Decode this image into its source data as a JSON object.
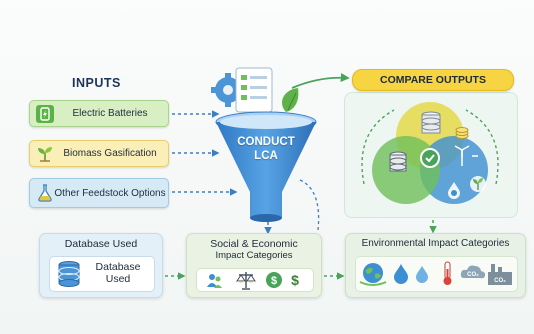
{
  "inputs": {
    "title": "INPUTS",
    "items": [
      {
        "label": "Electric Batteries",
        "icon": "battery-bolt-icon",
        "color": "#d8efc4"
      },
      {
        "label": "Biomass Gasification",
        "icon": "sprout-icon",
        "color": "#fbefb8"
      },
      {
        "label": "Other Feedstock Options",
        "icon": "flask-icon",
        "color": "#d6eaf6"
      }
    ]
  },
  "process": {
    "label_line1": "CONDUCT",
    "label_line2": "LCA",
    "icons": [
      "gear-icon",
      "checklist-icon",
      "leaf-icon"
    ],
    "funnel_color": "#3f86d0"
  },
  "outputs": {
    "banner": "COMPARE OUTPUTS",
    "banner_color": "#f6d442",
    "venn_colors": [
      "#e3d94a",
      "#3b8fd2",
      "#6fbf5a"
    ],
    "icons": [
      "database-icon",
      "coins-icon",
      "check-icon",
      "wind-turbine-icon",
      "water-drop-icon",
      "sprout-icon",
      "database-icon"
    ]
  },
  "database": {
    "title": "Database Used",
    "inner_label_line1": "Database",
    "inner_label_line2": "Used",
    "icon": "database-icon"
  },
  "social": {
    "title_line1": "Social & Economic",
    "title_line2": "Impact Categories",
    "icons": [
      "people-icon",
      "scales-icon",
      "dollar-coin-icon",
      "dollar-icon"
    ],
    "dollar": "$"
  },
  "environment": {
    "title": "Environmental Impact Categories",
    "icons": [
      "globe-icon",
      "water-drop-icon",
      "water-drop-icon",
      "thermometer-icon",
      "co2-cloud-icon",
      "co2-factory-icon"
    ],
    "co2_label": "CO₂"
  }
}
